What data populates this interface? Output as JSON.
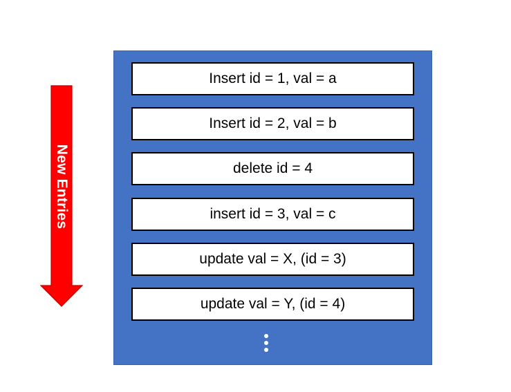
{
  "arrow": {
    "label": "New Entries",
    "color": "#ff0000"
  },
  "log": {
    "panel_color": "#4472c4",
    "entries": [
      "Insert id = 1, val = a",
      "Insert id = 2, val = b",
      "delete id = 4",
      "insert id = 3, val = c",
      "update val = X, (id = 3)",
      "update val = Y, (id = 4)"
    ],
    "continuation_icon": "vertical-ellipsis"
  }
}
